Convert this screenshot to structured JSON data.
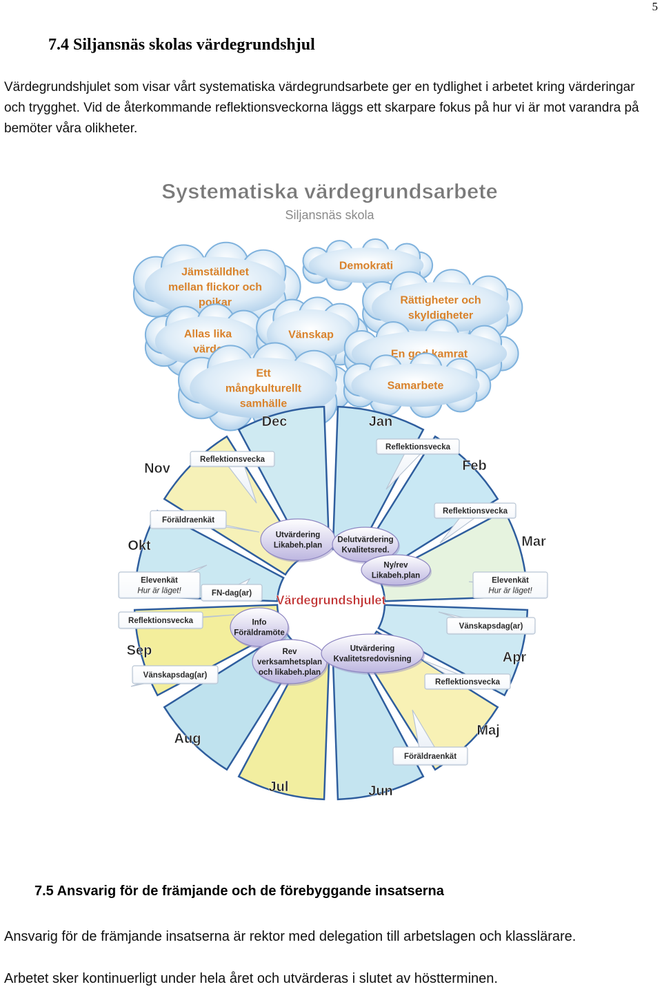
{
  "page_number": "5",
  "section_7_4": {
    "heading": "7.4  Siljansnäs skolas värdegrundshjul",
    "intro": "Värdegrundshjulet som visar vårt systematiska värdegrundsarbete ger en tydlighet i arbetet kring värderingar och trygghet. Vid de återkommande reflektionsveckorna läggs ett skarpare fokus på hur vi är mot varandra på bemöter våra olikheter."
  },
  "diagram": {
    "title": "Systematiska värdegrundsarbete",
    "subtitle": "Siljansnäs skola",
    "center_label": "Värdegrundshjulet",
    "clouds": [
      {
        "lines": [
          "Jämställdhet",
          "mellan flickor och",
          "pojkar"
        ]
      },
      {
        "lines": [
          "Demokrati"
        ]
      },
      {
        "lines": [
          "Rättigheter och",
          "skyldigheter"
        ]
      },
      {
        "lines": [
          "Allas lika",
          "värde"
        ]
      },
      {
        "lines": [
          "Vänskap"
        ]
      },
      {
        "lines": [
          "En god kamrat"
        ]
      },
      {
        "lines": [
          "Ett",
          "mångkulturellt",
          "samhälle"
        ]
      },
      {
        "lines": [
          "Samarbete"
        ]
      }
    ],
    "months": [
      "Dec",
      "Jan",
      "Nov",
      "Feb",
      "Okt",
      "Mar",
      "Sep",
      "Apr",
      "Aug",
      "Maj",
      "Jul",
      "Jun"
    ],
    "callouts": [
      {
        "lines": [
          "Reflektionsvecka"
        ]
      },
      {
        "lines": [
          "Reflektionsvecka"
        ]
      },
      {
        "lines": [
          "Föräldraenkät"
        ]
      },
      {
        "lines": [
          "Reflektionsvecka"
        ]
      },
      {
        "lines": [
          "Elevenkät",
          "Hur är läget!"
        ]
      },
      {
        "lines": [
          "Elevenkät",
          "Hur är läget!"
        ]
      },
      {
        "lines": [
          "FN-dag(ar)"
        ]
      },
      {
        "lines": [
          "Reflektionsvecka"
        ]
      },
      {
        "lines": [
          "Vänskapsdag(ar)"
        ]
      },
      {
        "lines": [
          "Vänskapsdag(ar)"
        ]
      },
      {
        "lines": [
          "Reflektionsvecka"
        ]
      },
      {
        "lines": [
          "Föräldraenkät"
        ]
      }
    ],
    "ovals": [
      {
        "lines": [
          "Utvärdering",
          "Likabeh.plan"
        ]
      },
      {
        "lines": [
          "Delutvärdering",
          "Kvalitetsred."
        ]
      },
      {
        "lines": [
          "Ny/rev",
          "Likabeh.plan"
        ]
      },
      {
        "lines": [
          "Info",
          "Föräldramöte"
        ]
      },
      {
        "lines": [
          "Rev",
          "verksamhetsplan",
          "och likabeh.plan"
        ]
      },
      {
        "lines": [
          "Utvärdering",
          "Kvalitetsredovisning"
        ]
      }
    ]
  },
  "section_7_5": {
    "heading": "7.5  Ansvarig för de främjande och de förebyggande insatserna",
    "para1": "Ansvarig för de främjande insatserna är rektor med delegation till arbetslagen och klasslärare.",
    "para2": "Arbetet sker kontinuerligt under hela året och utvärderas i slutet av höstterminen."
  }
}
